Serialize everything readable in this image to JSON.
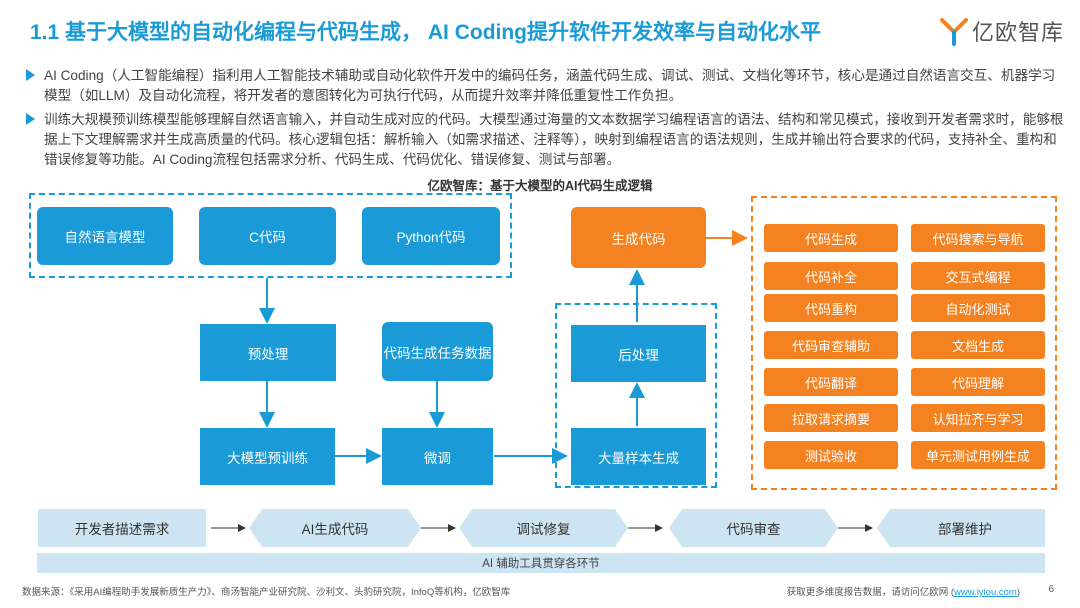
{
  "header": {
    "title": "1.1 基于大模型的自动化编程与代码生成， AI Coding提升软件开发效率与自动化水平",
    "logo_text": "亿欧智库"
  },
  "bullets": [
    "AI Coding（人工智能编程）指利用人工智能技术辅助或自动化软件开发中的编码任务，涵盖代码生成、调试、测试、文档化等环节，核心是通过自然语言交互、机器学习模型（如LLM）及自动化流程，将开发者的意图转化为可执行代码，从而提升效率并降低重复性工作负担。",
    "训练大规模预训练模型能够理解自然语言输入，并自动生成对应的代码。大模型通过海量的文本数据学习编程语言的语法、结构和常见模式，接收到开发者需求时，能够根据上下文理解需求并生成高质量的代码。核心逻辑包括：解析输入（如需求描述、注释等），映射到编程语言的语法规则，生成并输出符合要求的代码，支持补全、重构和错误修复等功能。AI Coding流程包括需求分析、代码生成、代码优化、错误修复、测试与部署。"
  ],
  "diagram": {
    "title": "亿欧智库：基于大模型的AI代码生成逻辑",
    "inputs": [
      "自然语言模型",
      "C代码",
      "Python代码"
    ],
    "preprocess": "预处理",
    "task_data": "代码生成任务数据",
    "pretrain": "大模型预训练",
    "finetune": "微调",
    "sample_gen": "大量样本生成",
    "postprocess": "后处理",
    "generate": "生成代码",
    "applications": [
      "代码生成",
      "代码搜索与导航",
      "代码补全",
      "交互式编程",
      "代码重构",
      "自动化测试",
      "代码审查辅助",
      "文档生成",
      "代码翻译",
      "代码理解",
      "拉取请求摘要",
      "认知拉齐与学习",
      "测试验收",
      "单元测试用例生成"
    ]
  },
  "pipeline": {
    "steps": [
      "开发者描述需求",
      "AI生成代码",
      "调试修复",
      "代码审查",
      "部署维护"
    ],
    "bar_label": "AI 辅助工具贯穿各环节"
  },
  "footer": {
    "source": "数据来源：《采用AI编程助手发展新质生产力》、商汤智能产业研究院、沙利文、头豹研究院，InfoQ等机构，亿欧智库",
    "right_text": "获取更多维度报告数据，请访问亿欧网 (",
    "link": "www.iyiou.com",
    "right_close": ")",
    "page": "6"
  },
  "colors": {
    "blue": "#1a9bd7",
    "orange": "#f58220",
    "bar": "#cde5f2"
  }
}
